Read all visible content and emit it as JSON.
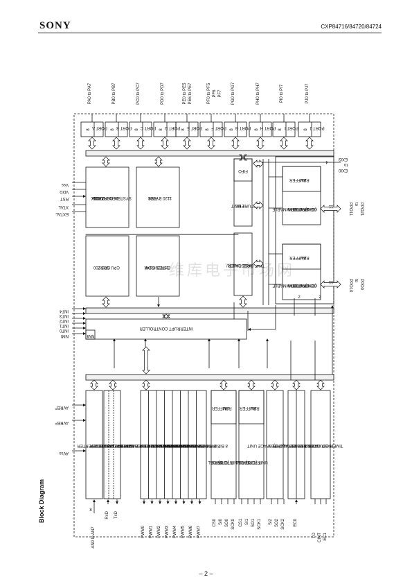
{
  "header": {
    "brand": "SONY",
    "part_numbers": "CXP84716/84720/84724"
  },
  "section_title": "Block Diagram",
  "page_number": "– 2 –",
  "watermark": "维库电子市场网",
  "diagram": {
    "top_pins": [
      [
        "PA0 to PA7"
      ],
      [
        "PB0 to PB7"
      ],
      [
        "PC0 to PC7"
      ],
      [
        "PD0 to PD7"
      ],
      [
        "PE0 to PE5",
        "PE6 to PE7"
      ],
      [
        "PF0 to PF5",
        "PF6",
        "PF7"
      ],
      [
        "PG0 to PG7"
      ],
      [
        "PH0 to PH7"
      ],
      [
        "PI0 to PI7"
      ],
      [
        "PJ0 to PJ7"
      ]
    ],
    "ports": [
      "PORT A",
      "PORT B",
      "PORT C",
      "PORT D",
      "PORT E",
      "PORT F",
      "PORT G",
      "PORT H",
      "PORT I",
      "PORT J"
    ],
    "port_bus_width": "8",
    "left_pins_power": [
      "Vss",
      "VDD",
      "RST",
      "XTAL",
      "EXTAL"
    ],
    "left_pins_int": [
      "INT4",
      "INT3",
      "INT2",
      "INT1",
      "INT0",
      "NMI"
    ],
    "left_pins_analog": [
      "AVREF",
      "AVREF",
      "AVss"
    ],
    "right_pins": [
      "EXI3",
      "to",
      "EXI0",
      "PPO11",
      "to",
      "PPO21",
      "PPO10",
      "to",
      "PPO0"
    ],
    "right_bus_widths": [
      "4",
      "11",
      "11"
    ],
    "blocks": {
      "clock": [
        "CLOCK",
        "GENERATOR/",
        "SYSTEM CONTROL"
      ],
      "ram": [
        "RAM",
        "1120 BYTES"
      ],
      "cpu": [
        "SPC 700",
        "CPU CORE"
      ],
      "rom": [
        "ROM",
        "16K/20K/24K",
        "BYTES"
      ],
      "fifo": "FIFO",
      "frc": [
        "FRC",
        "CAPTURE UNIT"
      ],
      "prescaler": [
        "PRESCALER/",
        "TIME BASE TIMER"
      ],
      "buffer_ram": [
        "BUFFER",
        "RAM"
      ],
      "ppg1": [
        "PROGRAMMABLE",
        "PATTERN",
        "GENERATOR",
        "(CH1)"
      ],
      "ppg0": [
        "PROGRAMMABLE",
        "PATTERN",
        "GENERATOR",
        "(CH0)"
      ],
      "interrupt": "INTERRUPT CONTROLLER",
      "nmi": "NMI",
      "adc": "A/D CONVERTER",
      "uart": [
        "UART RECEIVER",
        "UART TRANSMITTER",
        "UART BAUD RATE",
        "GENERATOR"
      ],
      "pwm": [
        "8 BIT PWM GENERATOR 0",
        "8 BIT PWM GENERATOR 1",
        "8 BIT PWM GENERATOR 2",
        "8 BIT PWM GENERATOR 3",
        "8 BIT PWM GENERATOR 4",
        "8 BIT PWM GENERATOR 5",
        "8 BIT PWM GENERATOR 6",
        "8 BIT PWM GENERATOR 7"
      ],
      "sio0": [
        "SERIAL",
        "INTERFACE",
        "UNIT (CH0)"
      ],
      "sio1": [
        "SERIAL",
        "INTERFACE",
        "UNIT (CH1)"
      ],
      "sio2": [
        "SERIAL INTERFACE UNIT",
        "(CH2)"
      ],
      "timer0": [
        "8 BIT TIMER/COUNTER 0",
        "8 BIT TIMER 1"
      ],
      "timer2": [
        "16 BIT CAPTURE",
        "TIMER/COUNTER 2"
      ]
    },
    "bottom_pins": {
      "adc": "AN0 to AN7",
      "adc_width": "8",
      "uart": [
        "RxD",
        "TxD"
      ],
      "pwm": [
        "PWM0",
        "PWM1",
        "PWM2",
        "PWM3",
        "PWM4",
        "PWM5",
        "PWM6",
        "PWM7"
      ],
      "sio0": [
        "CS0",
        "SI0",
        "SO0",
        "SCK0"
      ],
      "sio1": [
        "CS1",
        "SI1",
        "SO1",
        "SCK1"
      ],
      "sio2": [
        "SI2",
        "SO2",
        "SCK2"
      ],
      "timer0": [
        "EC0"
      ],
      "timer2": [
        "TO",
        "CINT",
        "EC1"
      ]
    },
    "int_bus_widths": [
      "2",
      "2"
    ]
  }
}
